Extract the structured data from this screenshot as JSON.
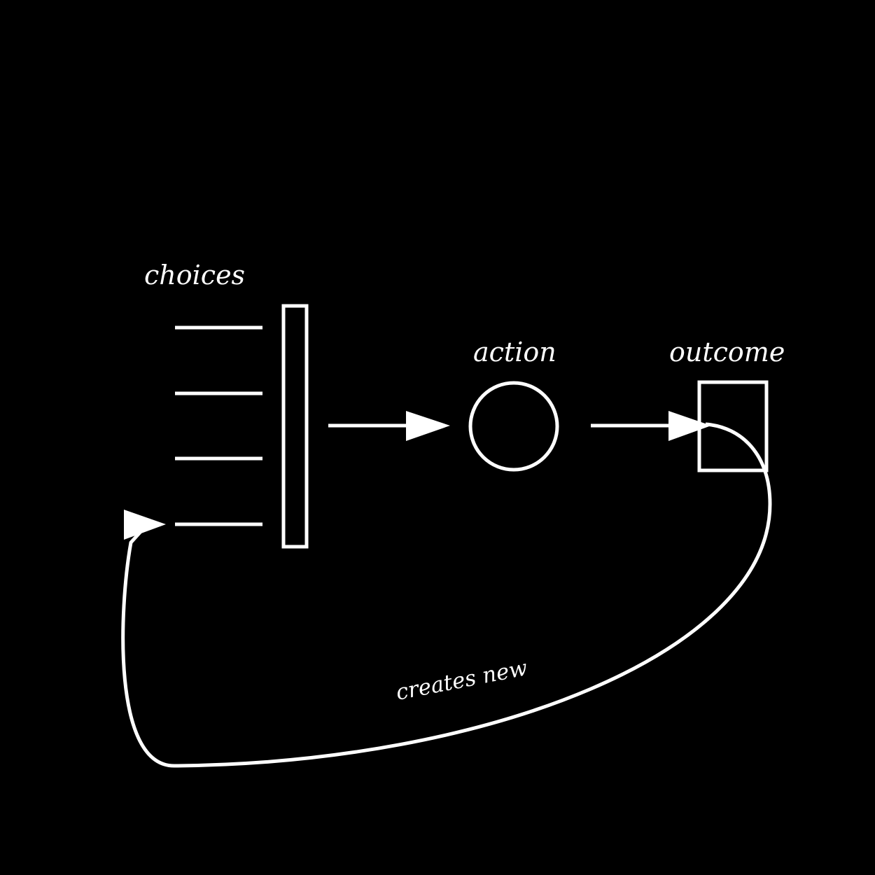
{
  "diagram": {
    "labels": {
      "choices": "choices",
      "action": "action",
      "outcome": "outcome",
      "loop": "creates new"
    },
    "choice_count": 4
  },
  "colors": {
    "background": "#000000",
    "foreground": "#ffffff"
  }
}
